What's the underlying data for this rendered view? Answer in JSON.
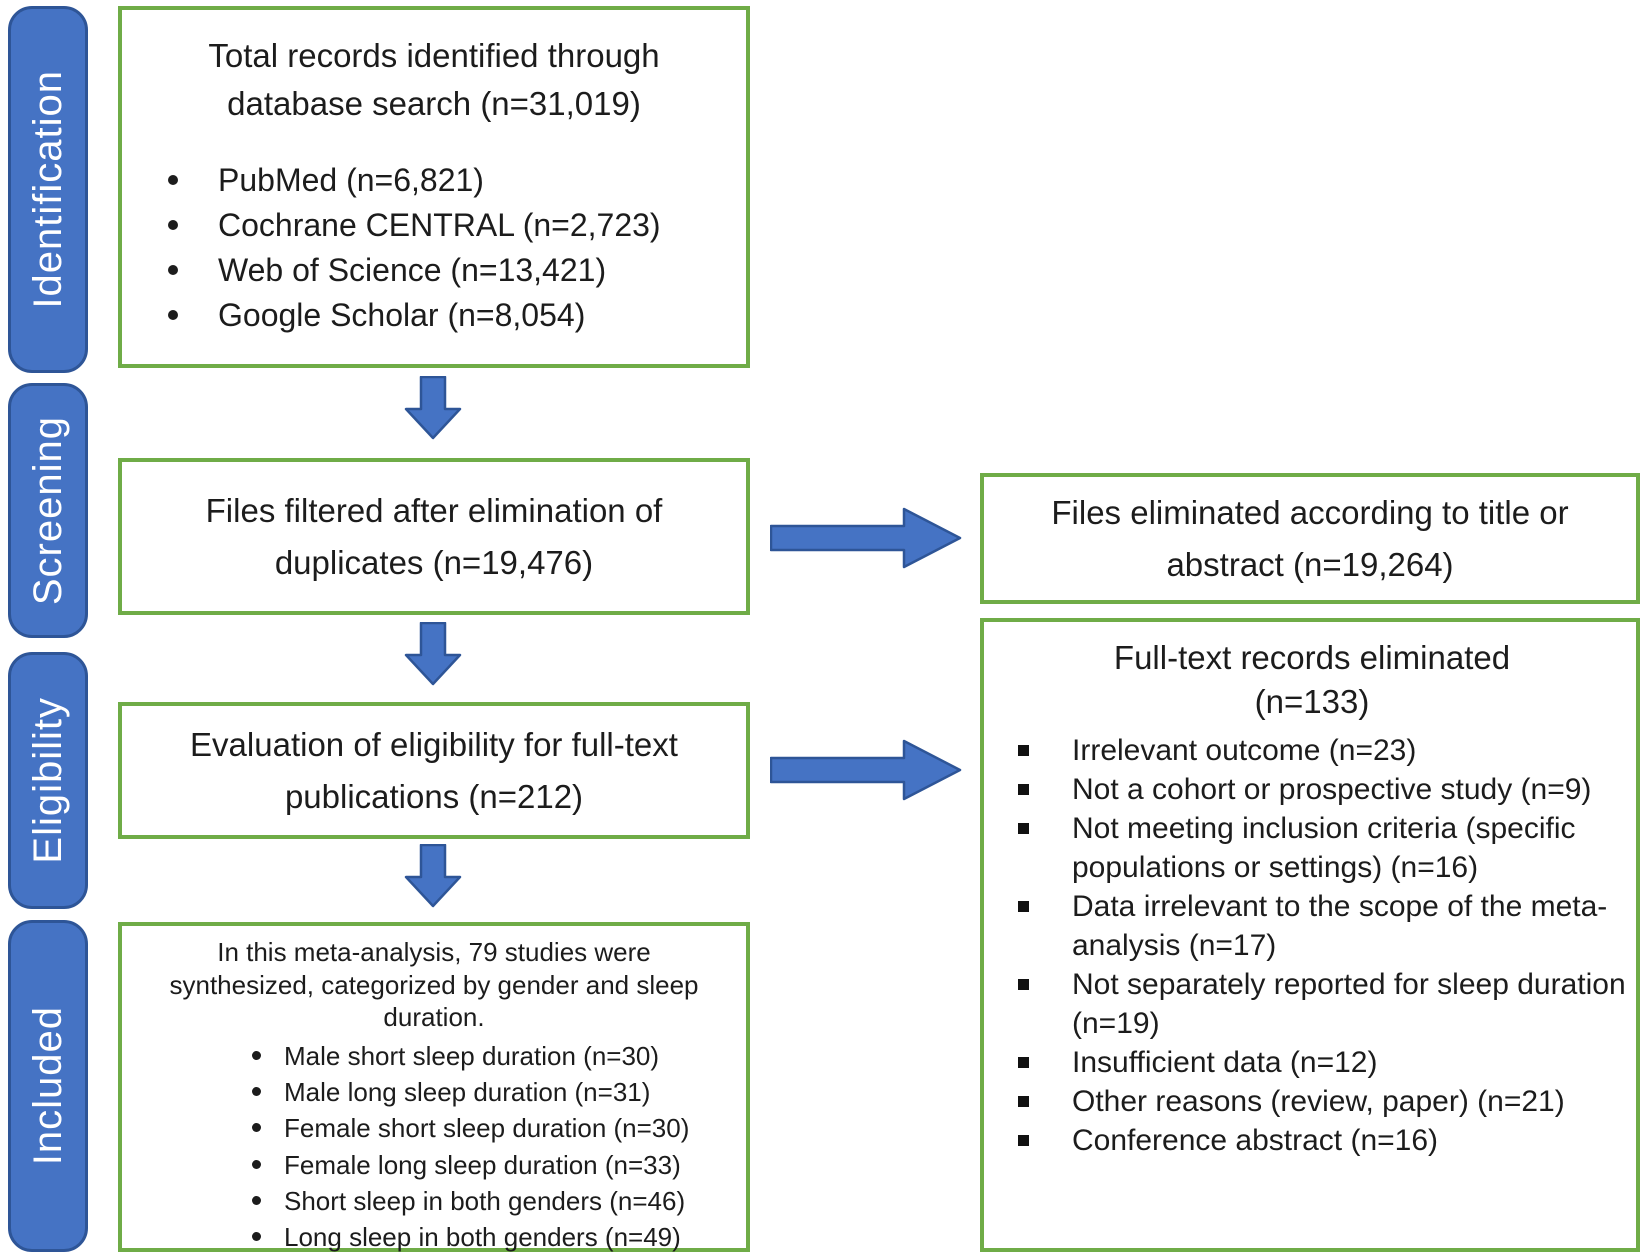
{
  "colors": {
    "accent_blue": "#4573C4",
    "accent_blue_dark": "#2E5597",
    "box_border_green": "#6FAC47",
    "text": "#1C1C1C",
    "stage_text": "#FFFFFF"
  },
  "icons": {
    "down_arrow": "block-arrow-down ⬇",
    "right_arrow": "block-arrow-right ➡"
  },
  "stages": [
    {
      "label": "Identification"
    },
    {
      "label": "Screening"
    },
    {
      "label": "Eligibility"
    },
    {
      "label": "Included"
    }
  ],
  "boxes": {
    "identification": {
      "title_lines": [
        "Total records identified through",
        "database search (n=31,019)"
      ],
      "sources": [
        "PubMed (n=6,821)",
        "Cochrane CENTRAL (n=2,723)",
        "Web of Science (n=13,421)",
        "Google Scholar (n=8,054)"
      ]
    },
    "screening": {
      "lines": [
        "Files filtered after elimination of",
        "duplicates (n=19,476)"
      ]
    },
    "title_abstract_eliminated": {
      "lines": [
        "Files eliminated according to title or",
        "abstract (n=19,264)"
      ]
    },
    "eligibility": {
      "lines": [
        "Evaluation of eligibility for full-text",
        "publications (n=212)"
      ]
    },
    "fulltext_eliminated": {
      "title_lines": [
        "Full-text records eliminated",
        "(n=133)"
      ],
      "reasons": [
        "Irrelevant outcome (n=23)",
        "Not a cohort or prospective study (n=9)",
        "Not meeting inclusion criteria (specific populations or settings) (n=16)",
        "Data irrelevant to the scope of the meta-analysis (n=17)",
        "Not separately reported for sleep duration (n=19)",
        "Insufficient data (n=12)",
        "Other reasons (review, paper) (n=21)",
        "Conference abstract (n=16)"
      ]
    },
    "included": {
      "intro_lines": [
        "In this meta-analysis, 79 studies were",
        "synthesized, categorized by gender and sleep",
        "duration."
      ],
      "categories": [
        "Male short sleep duration (n=30)",
        "Male long sleep duration (n=31)",
        "Female short sleep duration (n=30)",
        "Female long sleep duration (n=33)",
        "Short sleep in both genders (n=46)",
        "Long sleep in both genders (n=49)"
      ]
    }
  }
}
